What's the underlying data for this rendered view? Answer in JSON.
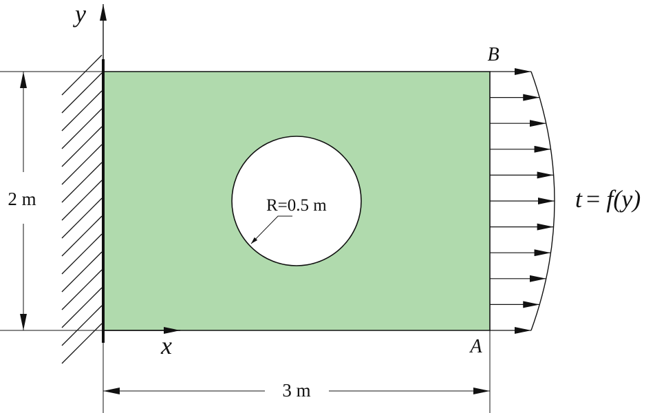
{
  "labels": {
    "axis_y": "y",
    "axis_x": "x",
    "point_b": "B",
    "point_a": "A",
    "height_dim": "2 m",
    "width_dim": "3 m",
    "radius": "R=0.5 m",
    "traction_t": "t",
    "traction_eq": "= ",
    "traction_f": "f",
    "traction_y": "(y)"
  },
  "colors": {
    "plate_fill": "#b0daad",
    "hole_fill": "#ffffff",
    "line": "#111111"
  },
  "icons": [
    "fixed-support-hatch",
    "arrow-icon"
  ]
}
